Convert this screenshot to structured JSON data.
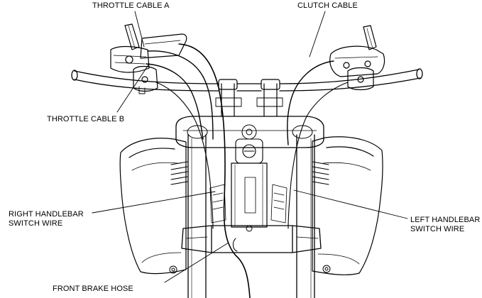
{
  "labels": {
    "throttle_cable_a": "THROTTLE CABLE A",
    "clutch_cable": "CLUTCH CABLE",
    "throttle_cable_b": "THROTTLE CABLE B",
    "right_handlebar_switch_wire": [
      "RIGHT HANDLEBAR",
      "SWITCH WIRE"
    ],
    "left_handlebar_switch_wire": [
      "LEFT HANDLEBAR",
      "SWITCH WIRE"
    ],
    "front_brake_hose": "FRONT BRAKE HOSE"
  },
  "colors": {
    "ink": "#000000",
    "background": "#ffffff"
  }
}
